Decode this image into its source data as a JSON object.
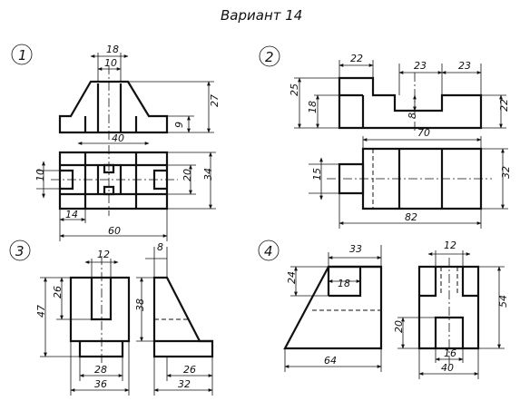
{
  "title": "Вариант 14",
  "problems": [
    {
      "number": "1",
      "dims": {
        "d18": "18",
        "d10a": "10",
        "d27": "27",
        "d9": "9",
        "d40": "40",
        "d10b": "10",
        "d20": "20",
        "d34": "34",
        "d14": "14",
        "d60": "60"
      }
    },
    {
      "number": "2",
      "dims": {
        "d22a": "22",
        "d23a": "23",
        "d23b": "23",
        "d25": "25",
        "d18": "18",
        "d8": "8",
        "d22b": "22",
        "d70": "70",
        "d15": "15",
        "d32": "32",
        "d82": "82"
      }
    },
    {
      "number": "3",
      "dims": {
        "d12": "12",
        "d8": "8",
        "d26": "26",
        "d47": "47",
        "d38": "38",
        "d28": "28",
        "d36": "36",
        "d26b": "26",
        "d32": "32"
      }
    },
    {
      "number": "4",
      "dims": {
        "d33": "33",
        "d24": "24",
        "d18": "18",
        "d64": "64",
        "d12": "12",
        "d54": "54",
        "d20": "20",
        "d16": "16",
        "d40": "40"
      }
    }
  ]
}
